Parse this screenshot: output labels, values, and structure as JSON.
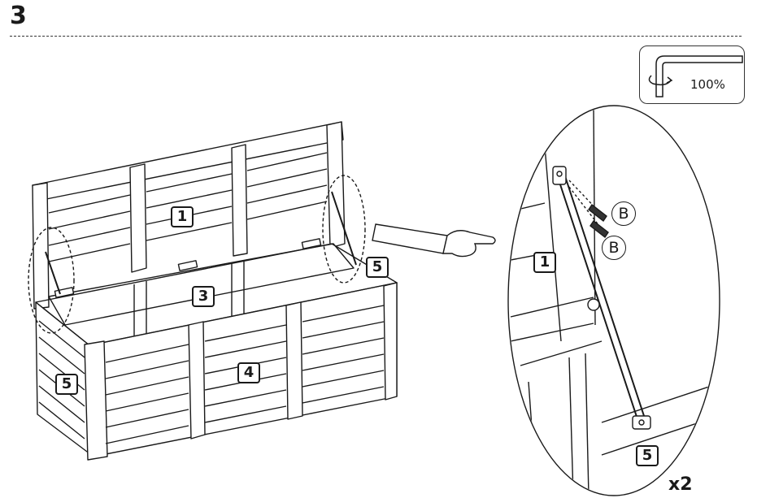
{
  "step": {
    "number": "3"
  },
  "tool": {
    "torque": "100%",
    "icon": "hex-key-icon"
  },
  "parts": {
    "lid": "1",
    "back_panel": "3",
    "front_panel": "4",
    "side_panel_left": "5",
    "side_panel_right": "5",
    "detail_lid": "1",
    "detail_side": "5"
  },
  "fasteners": {
    "screw_a": "B",
    "screw_b": "B"
  },
  "quantity": "x2"
}
